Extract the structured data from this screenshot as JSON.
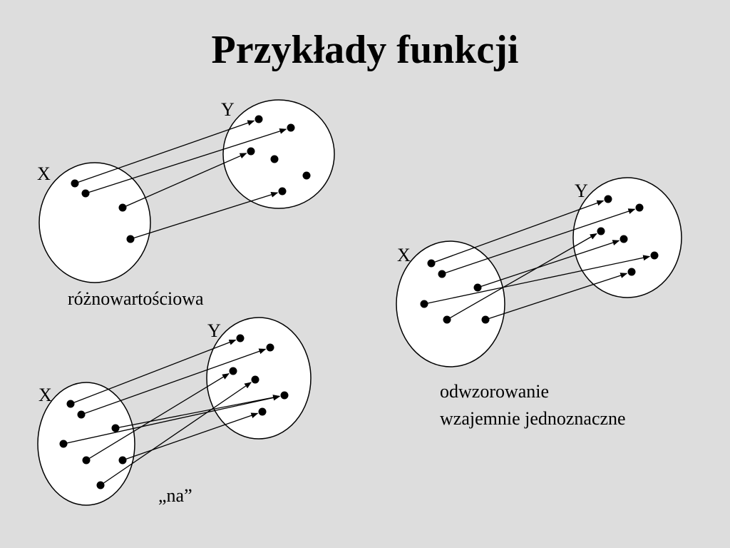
{
  "title": "Przykłady funkcji",
  "diagrams": [
    {
      "caption": [
        "różnowartościowa"
      ],
      "x_label": "X",
      "y_label": "Y",
      "domain": [
        [
          105,
          257
        ],
        [
          120,
          271
        ],
        [
          172,
          291
        ],
        [
          183,
          335
        ]
      ],
      "codomain": [
        [
          363,
          167
        ],
        [
          408,
          179
        ],
        [
          352,
          212
        ],
        [
          385,
          223
        ],
        [
          430,
          246
        ],
        [
          396,
          268
        ]
      ],
      "mapping": [
        [
          0,
          0
        ],
        [
          1,
          1
        ],
        [
          2,
          2
        ],
        [
          3,
          5
        ]
      ]
    },
    {
      "caption": [
        "„na”"
      ],
      "x_label": "X",
      "y_label": "Y",
      "domain": [
        [
          99,
          566
        ],
        [
          114,
          581
        ],
        [
          162,
          600
        ],
        [
          89,
          622
        ],
        [
          121,
          645
        ],
        [
          172,
          645
        ],
        [
          141,
          680
        ]
      ],
      "codomain": [
        [
          337,
          474
        ],
        [
          379,
          487
        ],
        [
          327,
          520
        ],
        [
          358,
          532
        ],
        [
          399,
          554
        ],
        [
          368,
          577
        ]
      ],
      "mapping": [
        [
          0,
          0
        ],
        [
          1,
          1
        ],
        [
          2,
          4
        ],
        [
          3,
          4
        ],
        [
          4,
          2
        ],
        [
          5,
          5
        ],
        [
          6,
          3
        ]
      ]
    },
    {
      "caption": [
        "odwzorowanie",
        "wzajemnie jednoznaczne"
      ],
      "x_label": "X",
      "y_label": "Y",
      "domain": [
        [
          605,
          369
        ],
        [
          620,
          384
        ],
        [
          670,
          403
        ],
        [
          595,
          426
        ],
        [
          627,
          448
        ],
        [
          681,
          448
        ]
      ],
      "codomain": [
        [
          853,
          279
        ],
        [
          897,
          291
        ],
        [
          843,
          324
        ],
        [
          875,
          335
        ],
        [
          918,
          358
        ],
        [
          886,
          381
        ]
      ],
      "mapping": [
        [
          0,
          0
        ],
        [
          1,
          1
        ],
        [
          2,
          3
        ],
        [
          3,
          4
        ],
        [
          4,
          2
        ],
        [
          5,
          5
        ]
      ]
    }
  ]
}
